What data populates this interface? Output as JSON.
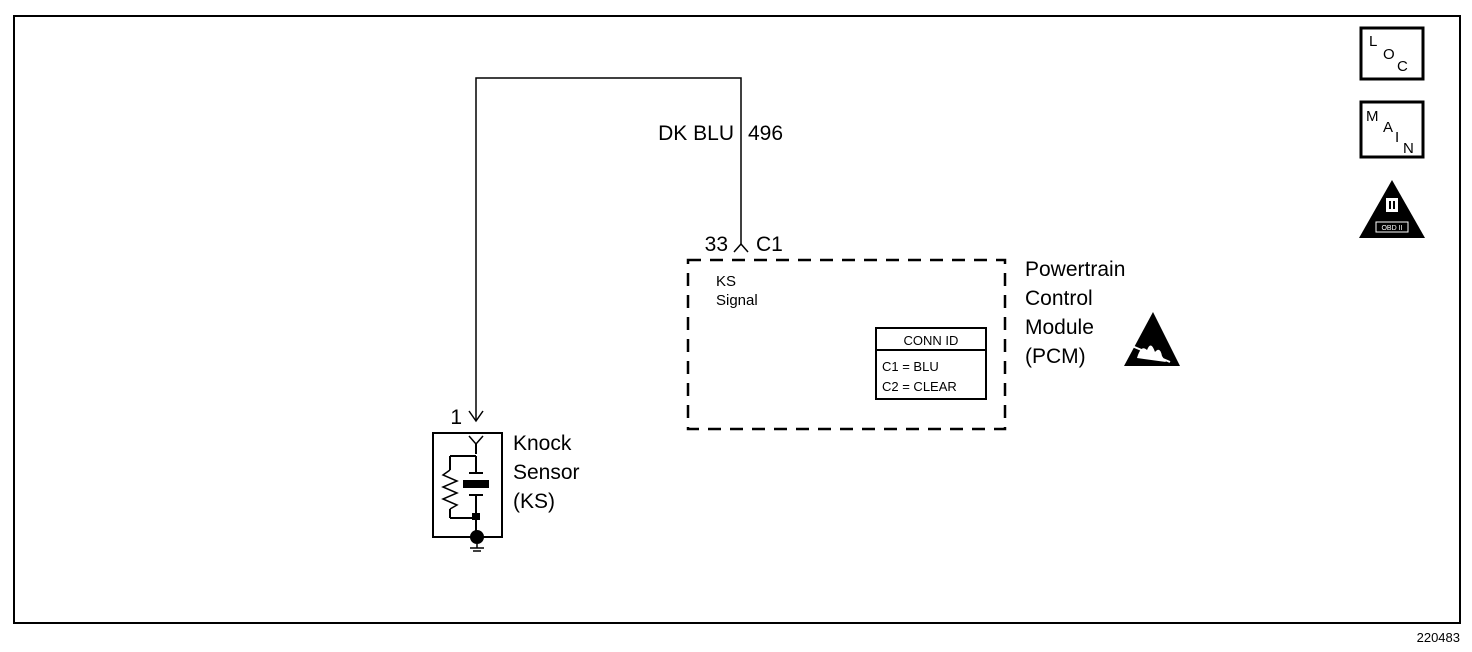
{
  "wire": {
    "color_label": "DK BLU",
    "circuit_number": "496"
  },
  "pcm_connector": {
    "pin": "33",
    "connector": "C1"
  },
  "pcm": {
    "signal_label_line1": "KS",
    "signal_label_line2": "Signal",
    "name_line1": "Powertrain",
    "name_line2": "Control",
    "name_line3": "Module",
    "name_line4": "(PCM)"
  },
  "conn_id": {
    "title": "CONN ID",
    "rows": [
      "C1 = BLU",
      "C2 = CLEAR"
    ]
  },
  "knock_sensor": {
    "pin": "1",
    "name_line1": "Knock",
    "name_line2": "Sensor",
    "name_line3": "(KS)"
  },
  "side_buttons": {
    "loc": [
      "L",
      "O",
      "C"
    ],
    "main": [
      "M",
      "A",
      "I",
      "N"
    ],
    "obd_numeral": "II",
    "obd_label": "OBD II"
  },
  "figure_number": "220483",
  "icons": {
    "esd": "esd-sensitive-icon",
    "obd": "obd-ii-icon",
    "ground": "ground-icon"
  }
}
